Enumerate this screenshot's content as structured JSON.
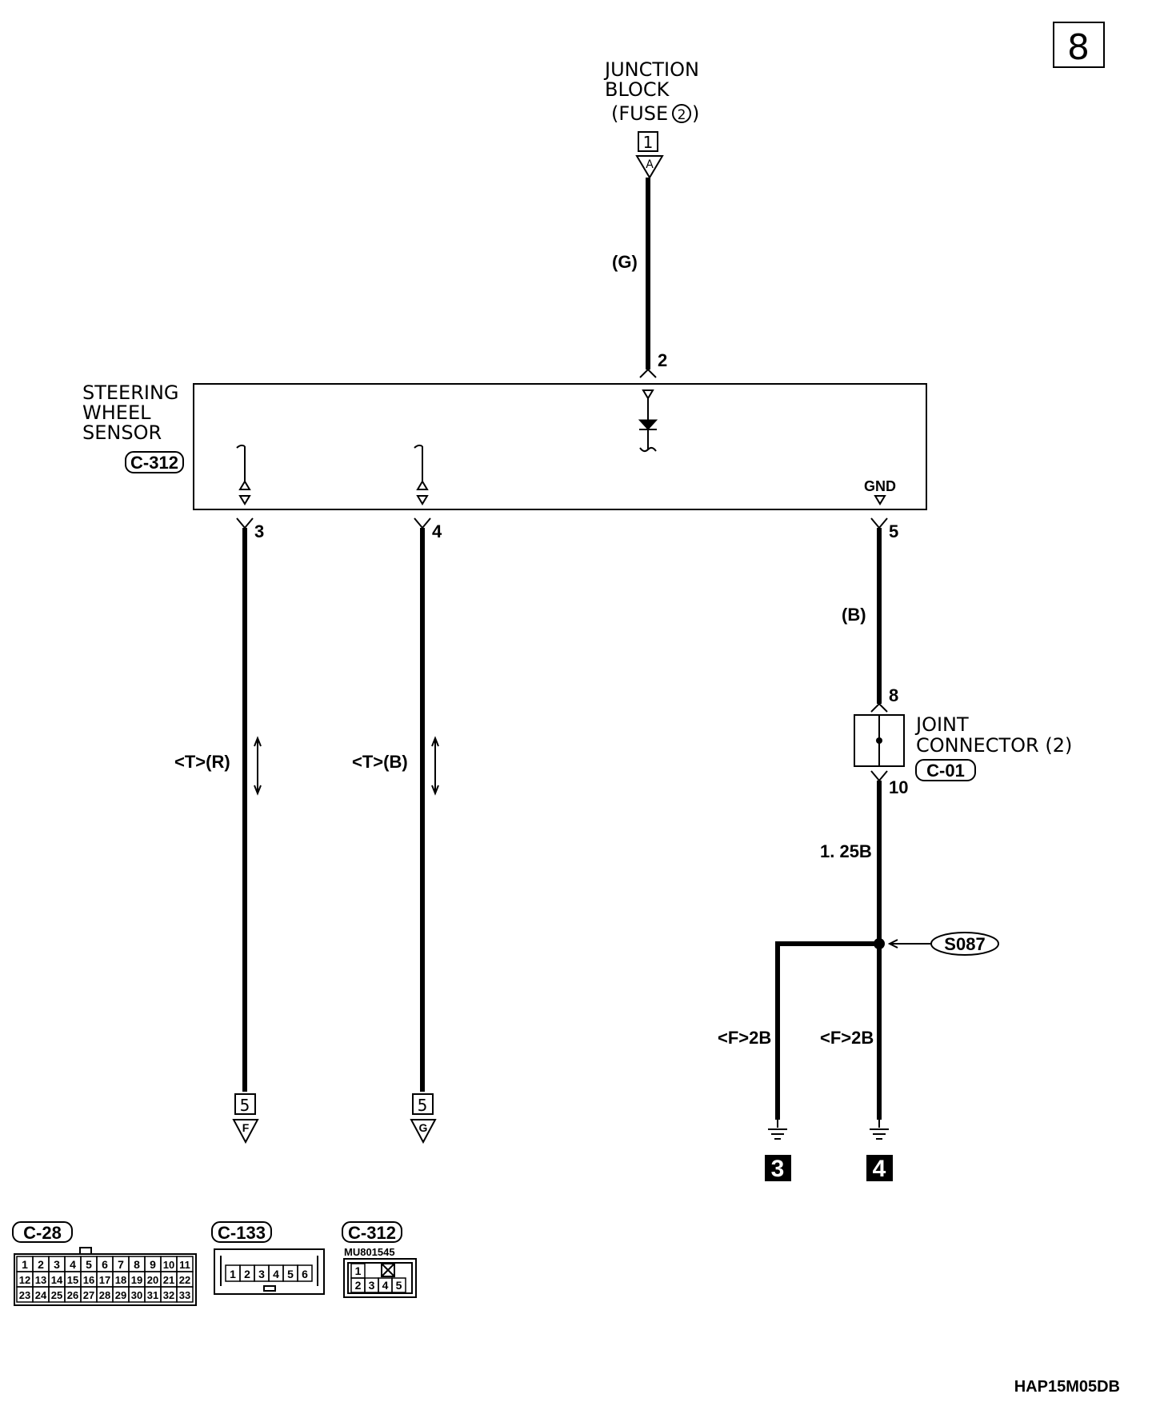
{
  "page_number": "8",
  "drawing_code": "HAP15M05DB",
  "junction_block": {
    "lines": [
      "JUNCTION",
      "BLOCK",
      "(FUSE",
      ")"
    ],
    "fuse_number": "2",
    "connector_box": "1",
    "arrow_letter": "A"
  },
  "sensor": {
    "lines": [
      "STEERING",
      "WHEEL",
      "SENSOR"
    ],
    "connector_id": "C-312",
    "gnd_label": "GND"
  },
  "joint_connector": {
    "lines": [
      "JOINT",
      "CONNECTOR (2)"
    ],
    "connector_id": "C-01"
  },
  "splice_id": "S087",
  "pins": {
    "p2": "2",
    "p3": "3",
    "p4": "4",
    "p5": "5",
    "p8": "8",
    "p10": "10"
  },
  "wire_labels": {
    "top": "(G)",
    "gnd_upper": "(B)",
    "pin3": "<T>(R)",
    "pin4": "<T>(B)",
    "gnd_lower": "1. 25B",
    "left_branch": "<F>2B",
    "right_branch": "<F>2B"
  },
  "offpage": [
    {
      "box": "5",
      "letter": "F"
    },
    {
      "box": "5",
      "letter": "G"
    }
  ],
  "grounds": [
    "3",
    "4"
  ],
  "connector_views": {
    "c28": {
      "id": "C-28",
      "rows": [
        [
          "1",
          "2",
          "3",
          "4",
          "5",
          "6",
          "7",
          "8",
          "9",
          "10",
          "11"
        ],
        [
          "12",
          "13",
          "14",
          "15",
          "16",
          "17",
          "18",
          "19",
          "20",
          "21",
          "22"
        ],
        [
          "23",
          "24",
          "25",
          "26",
          "27",
          "28",
          "29",
          "30",
          "31",
          "32",
          "33"
        ]
      ]
    },
    "c133": {
      "id": "C-133",
      "pins": [
        "1",
        "2",
        "3",
        "4",
        "5",
        "6"
      ]
    },
    "c312": {
      "id": "C-312",
      "part_number": "MU801545",
      "top_row": [
        "1"
      ],
      "bottom_row": [
        "2",
        "3",
        "4",
        "5"
      ]
    }
  }
}
